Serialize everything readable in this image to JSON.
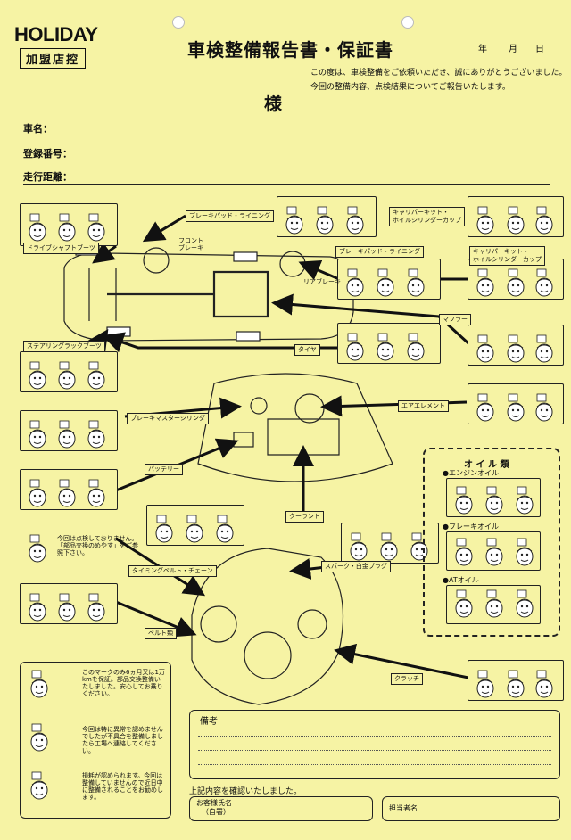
{
  "header": {
    "brand": "HOLIDAY",
    "shop_label": "加盟店控",
    "title": "車検整備報告書・保証書",
    "date_year": "年",
    "date_month": "月",
    "date_day": "日",
    "greeting1": "この度は、車検整備をご依頼いただき、誠にありがとうございました。",
    "greeting2": "今回の整備内容、点検結果についてご報告いたします。",
    "sama": "様"
  },
  "fields": {
    "car_name": "車名：",
    "reg_no": "登録番号：",
    "mileage": "走行距離："
  },
  "labels": {
    "brake_pad_front": "ブレーキパッド・ライニング",
    "caliper_kit_top": "キャリパーキット・",
    "wheel_cyl_top": "ホイルシリンダーカップ",
    "front_brake": "フロント",
    "front_brake2": "ブレーキ",
    "drive_shaft": "ドライブシャフトブーツ",
    "brake_pad_rear": "ブレーキパッド・ライニング",
    "caliper_kit_rear": "キャリパーキット・",
    "wheel_cyl_rear": "ホイルシリンダーカップ",
    "rear_brake": "リアブレーキ",
    "muffler": "マフラー",
    "steering_rack": "ステアリングラックブーツ",
    "tire": "タイヤ",
    "brake_master": "ブレーキマスターシリンダ",
    "air_element": "エアエレメント",
    "battery": "バッテリー",
    "coolant": "クーラント",
    "notice1": "今回は点検しておりません。「部品交換のめやす」をご参照下さい。",
    "timing_belt": "タイミングベルト・チェーン",
    "spark_plug": "スパーク・白金プラグ",
    "belts": "ベルト類",
    "clutch": "クラッチ"
  },
  "oil": {
    "title": "オ イ ル 類",
    "engine": "●エンジンオイル",
    "brake": "●ブレーキオイル",
    "at": "●ATオイル"
  },
  "legend": {
    "item1": "このマークのみ6ヵ月又は1万kmを保証。部品交換整備いたしました。安心してお乗りください。",
    "item2": "今回は特に異常を認めませんでしたが不具合を整備しましたら工場へ連絡してください。",
    "item3": "損耗が認められます。今回は整備していませんので近日中に整備されることをお勧めします。"
  },
  "memo": {
    "title": "備考",
    "confirm": "上記内容を確認いたしました。",
    "customer": "お客様氏名",
    "customer_sub": "（自署）",
    "staff": "担当者名"
  }
}
